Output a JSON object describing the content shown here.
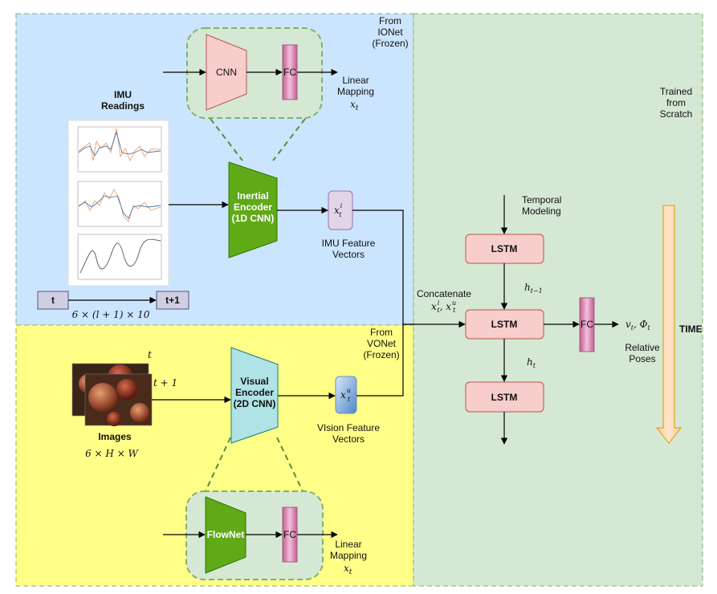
{
  "regions": {
    "ionet": {
      "label_line1": "From",
      "label_line2": "IONet",
      "label_line3": "(Frozen)",
      "color": "#cce5ff"
    },
    "vonet": {
      "label_line1": "From",
      "label_line2": "VONet",
      "label_line3": "(Frozen)",
      "color": "#ffff88"
    },
    "scratch": {
      "label_line1": "Trained",
      "label_line2": "from",
      "label_line3": "Scratch",
      "color": "#d5e8d4"
    }
  },
  "imu": {
    "title_line1": "IMU",
    "title_line2": "Readings",
    "time_start": "t",
    "time_end": "t+1",
    "dims": "6 × (l + 1) × 10",
    "cnn_label": "CNN",
    "fc_label": "FC",
    "mapping_line1": "Linear",
    "mapping_line2": "Mapping",
    "mapping_var": "x",
    "mapping_sub": "t",
    "encoder_line1": "Inertial",
    "encoder_line2": "Encoder",
    "encoder_line3": "(1D CNN)",
    "feature_symbol": "x",
    "feature_sup": "i",
    "feature_sub": "t",
    "feature_label_line1": "IMU Feature",
    "feature_label_line2": "Vectors"
  },
  "vision": {
    "title": "Images",
    "dims": "6 × H × W",
    "frame_t": "t",
    "frame_t1": "t + 1",
    "encoder_line1": "Visual",
    "encoder_line2": "Encoder",
    "encoder_line3": "(2D CNN)",
    "feature_symbol": "x",
    "feature_sup": "u",
    "feature_sub": "t",
    "feature_label_line1": "VIsion Feature",
    "feature_label_line2": "Vectors",
    "flownet_label": "FlowNet",
    "fc_label": "FC",
    "mapping_line1": "Linear",
    "mapping_line2": "Mapping",
    "mapping_var": "x",
    "mapping_sub": "t"
  },
  "temporal": {
    "label_line1": "Temporal",
    "label_line2": "Modeling",
    "lstm_label": "LSTM",
    "concat_label": "Concatenate",
    "concat_expr": "x",
    "h_prev": "h",
    "h_prev_sub": "t−1",
    "h_cur": "h",
    "h_cur_sub": "t",
    "fc_label": "FC",
    "output_expr": "v",
    "output_label_line1": "Relative",
    "output_label_line2": "Poses",
    "time_label": "TIME"
  },
  "colors": {
    "green_encoder": "#60a917",
    "teal_encoder": "#b0e3e6",
    "pink_block": "#f8cecc",
    "fc_block": "#e6a0c4",
    "feature_imu": "#e1d5e7",
    "feature_vis": "#6fa8dc",
    "time_arrow": "#ffcc99"
  }
}
